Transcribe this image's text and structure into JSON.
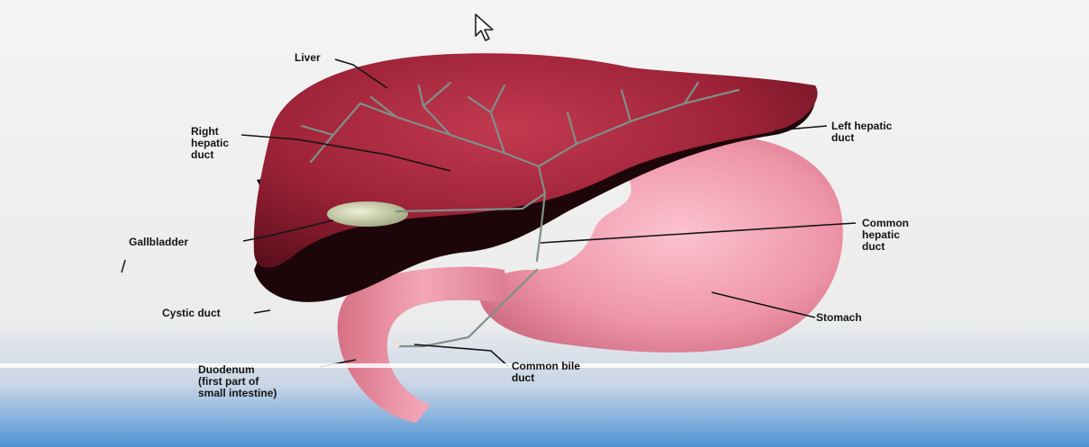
{
  "diagram": {
    "labels": {
      "liver": "Liver",
      "right_hepatic_duct": [
        "Right",
        "hepatic",
        "duct"
      ],
      "left_hepatic_duct": [
        "Left hepatic",
        "duct"
      ],
      "gallbladder": "Gallbladder",
      "common_hepatic_duct": [
        "Common",
        "hepatic",
        "duct"
      ],
      "cystic_duct": "Cystic duct",
      "stomach": "Stomach",
      "duodenum": [
        "Duodenum",
        "(first part of",
        "small intestine)"
      ],
      "common_bile_duct": [
        "Common bile",
        "duct"
      ]
    }
  },
  "colors": {
    "background": "#f2f2f2",
    "liver": "#9e2338",
    "liver_shadow": "#1d0609",
    "bile_ducts": "#7f8f8a",
    "stomach": "#ee95a8",
    "duodenum": "#e98a9c",
    "gallbladder": "#c9cfaa",
    "screen_glow": "#5f9fd8",
    "label_text": "#141414"
  },
  "icons": {
    "cursor": "mouse-pointer-icon"
  }
}
